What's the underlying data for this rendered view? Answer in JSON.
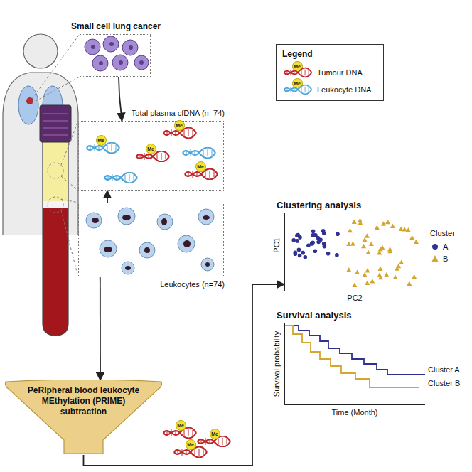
{
  "diagram": {
    "nodes": [
      {
        "text": [
          "Small cell lung cancer"
        ]
      },
      {
        "text": [
          "Legend"
        ]
      },
      {
        "text": [
          "Total plasma cfDNA (n=74)"
        ]
      },
      {
        "text": [
          "Leukocytes (n=74)"
        ]
      },
      {
        "text": [
          "PeRIpheral blood leukocyte MEthylation (PRIME) subtraction"
        ]
      },
      {
        "text": [
          "Clustering analysis"
        ]
      },
      {
        "text": [
          "Survival analysis"
        ]
      }
    ],
    "edges": [
      {
        "from": 0,
        "to": 2,
        "arrow": "to"
      },
      {
        "from": 3,
        "to": 2,
        "arrow": "to"
      },
      {
        "from": 3,
        "to": 4,
        "arrow": "to"
      },
      {
        "from": 4,
        "to": 5,
        "arrow": "to"
      }
    ],
    "labels": [
      "Me",
      "Me",
      "Me",
      "Me",
      "Me",
      "Me",
      "Me",
      "Me",
      "Me",
      "PC1",
      "PC2",
      "Cluster",
      "Survival probability",
      "Time (Month)",
      "Cluster A",
      "Cluster B"
    ],
    "legend": [
      {
        "text": "Tumour DNA"
      },
      {
        "text": "Leukocyte DNA"
      },
      {
        "text": "A"
      },
      {
        "text": "B"
      }
    ]
  }
}
